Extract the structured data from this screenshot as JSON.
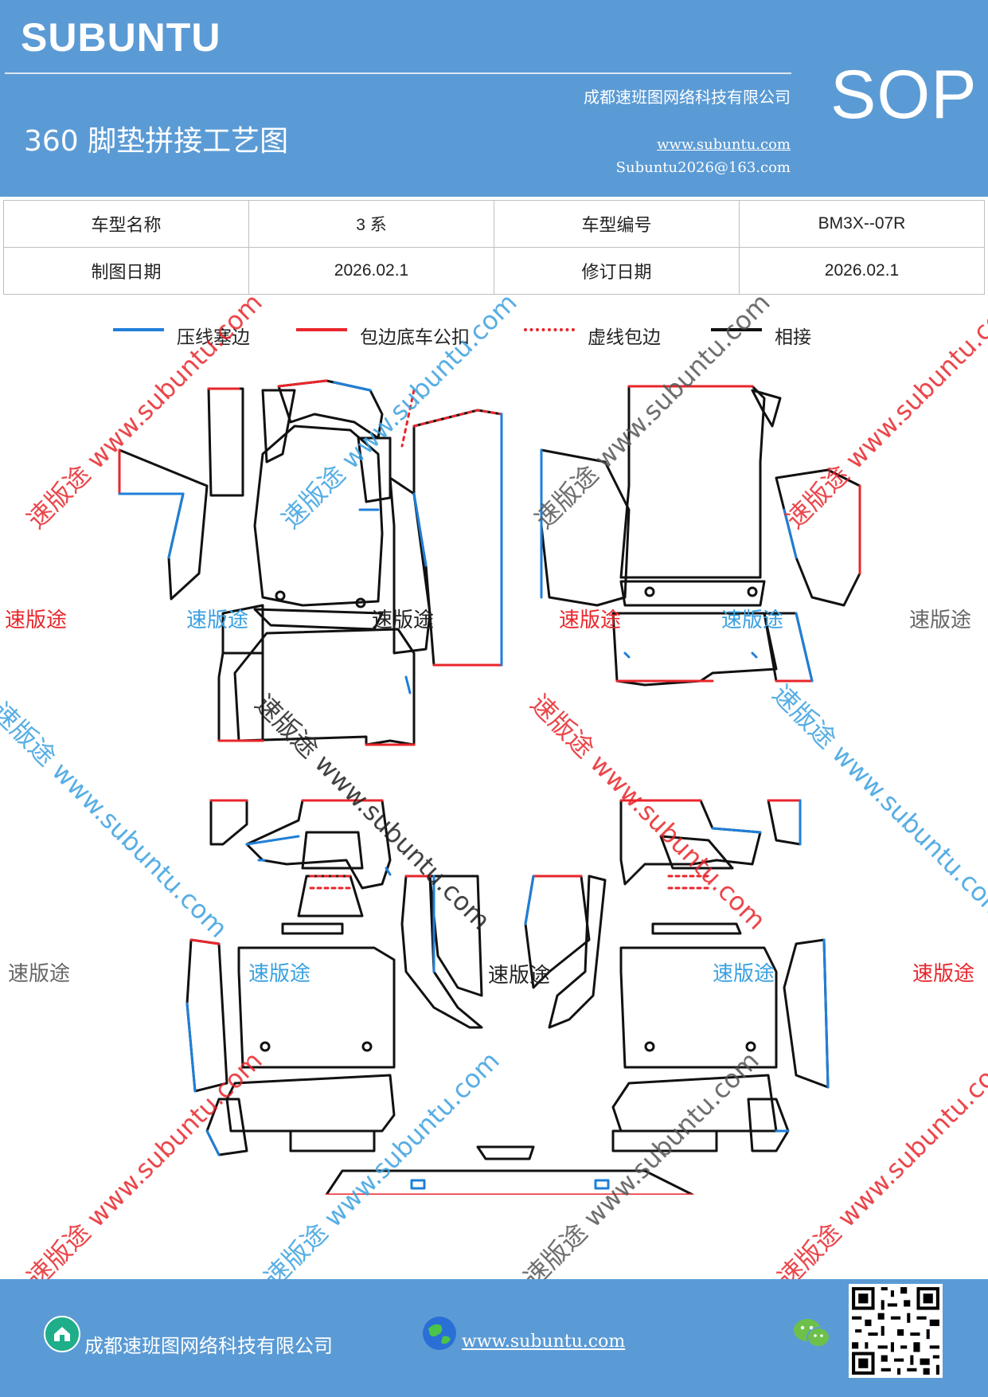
{
  "header": {
    "brand": "SUBUNTU",
    "company": "成都速班图网络科技有限公司",
    "title": "360 脚垫拼接工艺图",
    "url": "www.subuntu.com",
    "email": "Subuntu2026@163.com",
    "badge": "SOP"
  },
  "info_table": {
    "row1": {
      "label1": "车型名称",
      "value1": "3 系",
      "label2": "车型编号",
      "value2": "BM3X--07R"
    },
    "row2": {
      "label1": "制图日期",
      "value1": "2026.02.1",
      "label2": "修订日期",
      "value2": "2026.02.1"
    }
  },
  "legend": [
    {
      "label": "压线塞边",
      "color": "#1f7fd8",
      "style": "solid"
    },
    {
      "label": "包边底车公扣",
      "color": "#e8262b",
      "style": "solid"
    },
    {
      "label": "虚线包边",
      "color": "#e8262b",
      "style": "dotted"
    },
    {
      "label": "相接",
      "color": "#111111",
      "style": "solid"
    }
  ],
  "watermarks": {
    "brand_cn": "速版途",
    "diagonal": "速版途 www.subuntu.com",
    "diagonal_down": "速版途 www.subuntu.com",
    "colors": {
      "red": "#e8262b",
      "blue": "#3aa0e0",
      "gray": "#666666",
      "black": "#222222"
    }
  },
  "footer": {
    "company": "成都速班图网络科技有限公司",
    "url": "www.subuntu.com",
    "icons": [
      "home-icon",
      "globe-icon",
      "wechat-icon",
      "qr-code"
    ]
  }
}
